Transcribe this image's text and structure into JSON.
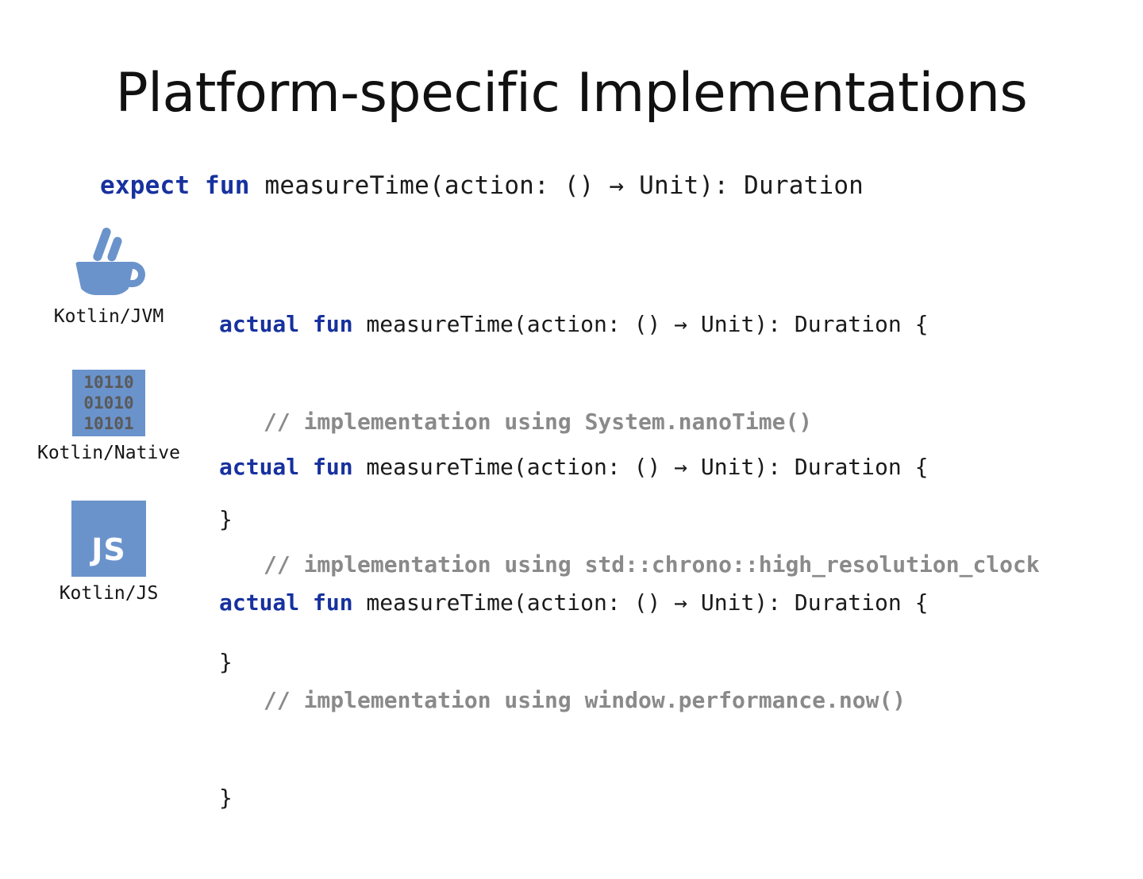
{
  "slide": {
    "title": "Platform-specific Implementations",
    "background": "#ffffff",
    "keyword_color": "#17319e",
    "comment_color": "#8a8a8a",
    "icon_color": "#6b93cb"
  },
  "expect_declaration": {
    "keywords": "expect fun",
    "signature": " measureTime(action: () → Unit): Duration"
  },
  "platforms": [
    {
      "id": "jvm",
      "label": "Kotlin/JVM",
      "icon": "coffee-cup-icon",
      "code": {
        "keywords": "actual fun",
        "signature": " measureTime(action: () → Unit): Duration {",
        "comment": "// implementation using System.nanoTime()",
        "closing_brace": "}"
      }
    },
    {
      "id": "native",
      "label": "Kotlin/Native",
      "icon": "binary-square-icon",
      "icon_rows": [
        "10110",
        "01010",
        "10101"
      ],
      "code": {
        "keywords": "actual fun",
        "signature": " measureTime(action: () → Unit): Duration {",
        "comment": "// implementation using std::chrono::high_resolution_clock",
        "closing_brace": "}"
      }
    },
    {
      "id": "js",
      "label": "Kotlin/JS",
      "icon": "js-square-icon",
      "icon_text": "JS",
      "code": {
        "keywords": "actual fun",
        "signature": " measureTime(action: () → Unit): Duration {",
        "comment": "// implementation using window.performance.now()",
        "closing_brace": "}"
      }
    }
  ]
}
